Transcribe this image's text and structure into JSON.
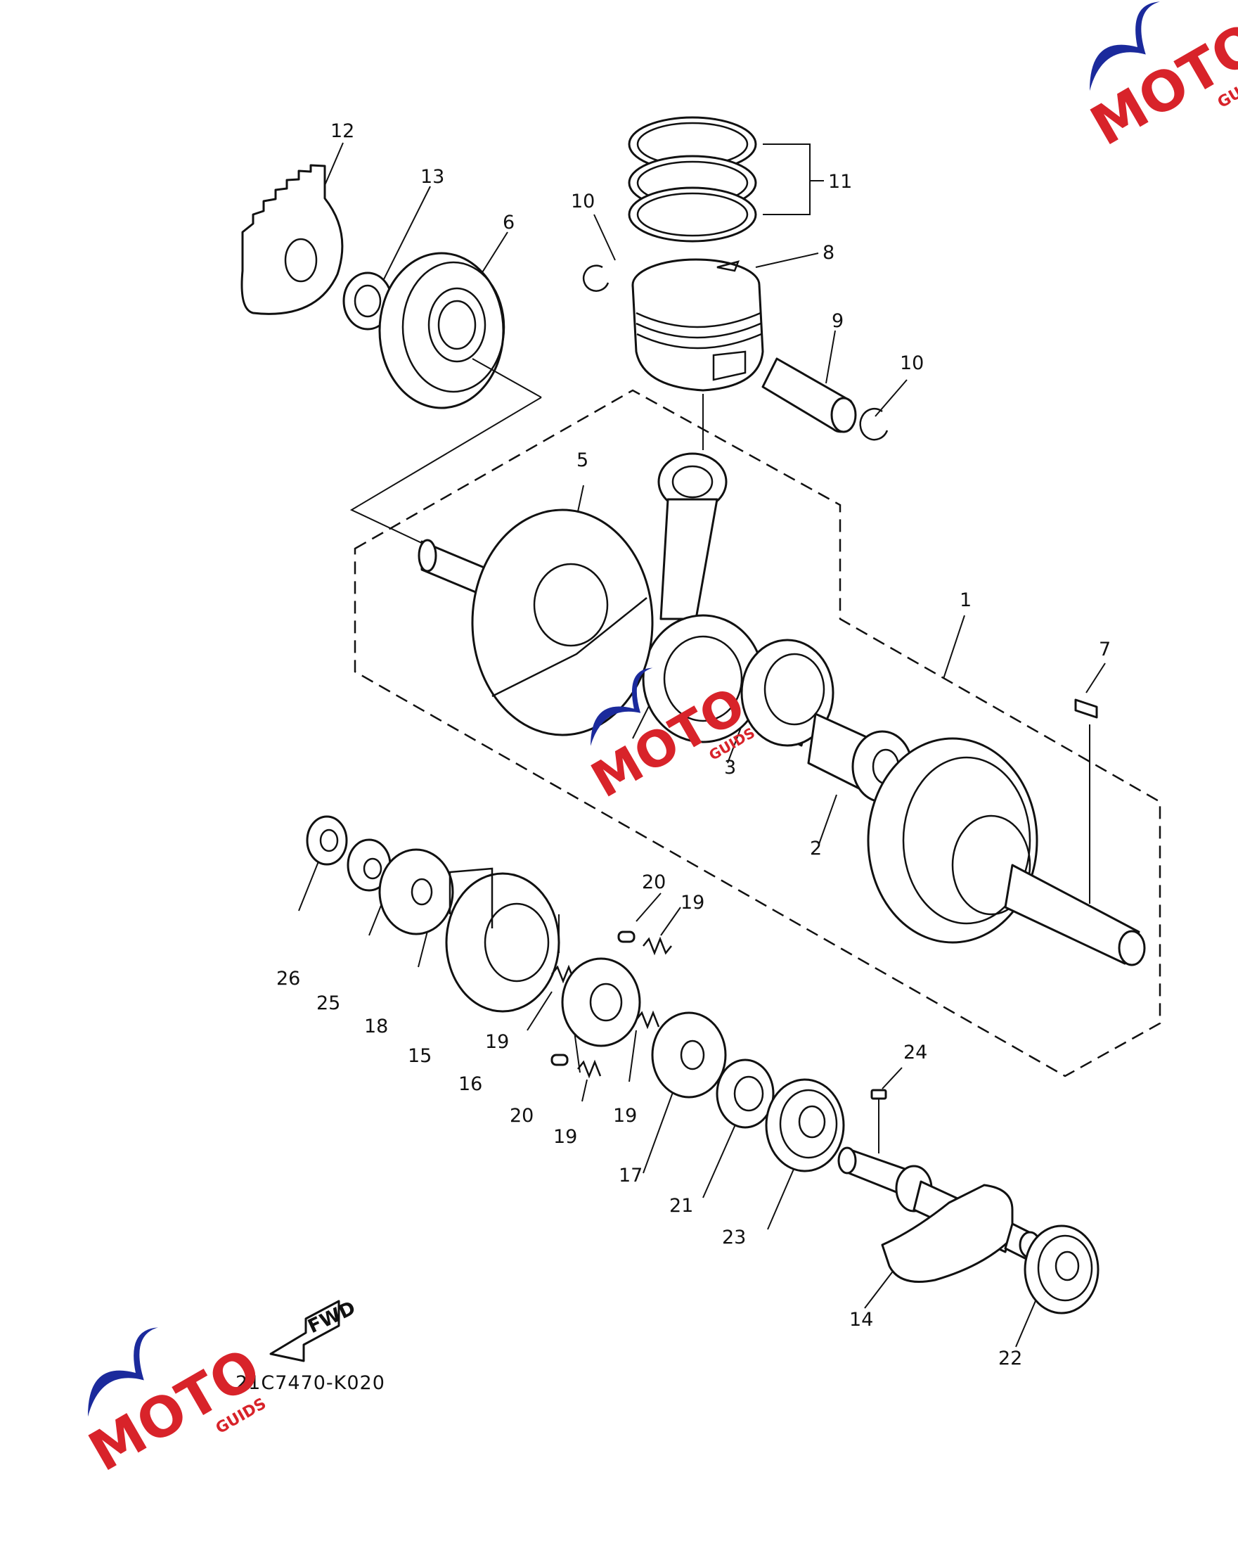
{
  "diagram": {
    "callouts": [
      "1",
      "2",
      "3",
      "5",
      "6",
      "7",
      "8",
      "9",
      "10",
      "10",
      "11",
      "12",
      "13",
      "14",
      "15",
      "16",
      "17",
      "18",
      "19",
      "19",
      "19",
      "19",
      "20",
      "20",
      "21",
      "22",
      "23",
      "24",
      "25",
      "26"
    ],
    "fwd_label": "FWD",
    "part_code": "21C7470-K020"
  },
  "logo": {
    "wordmark": "MOTO",
    "subword": "GUIDS",
    "colors": {
      "swoosh": "#1b2a9c",
      "letters": "#d8232a",
      "gear": "#111111"
    }
  }
}
